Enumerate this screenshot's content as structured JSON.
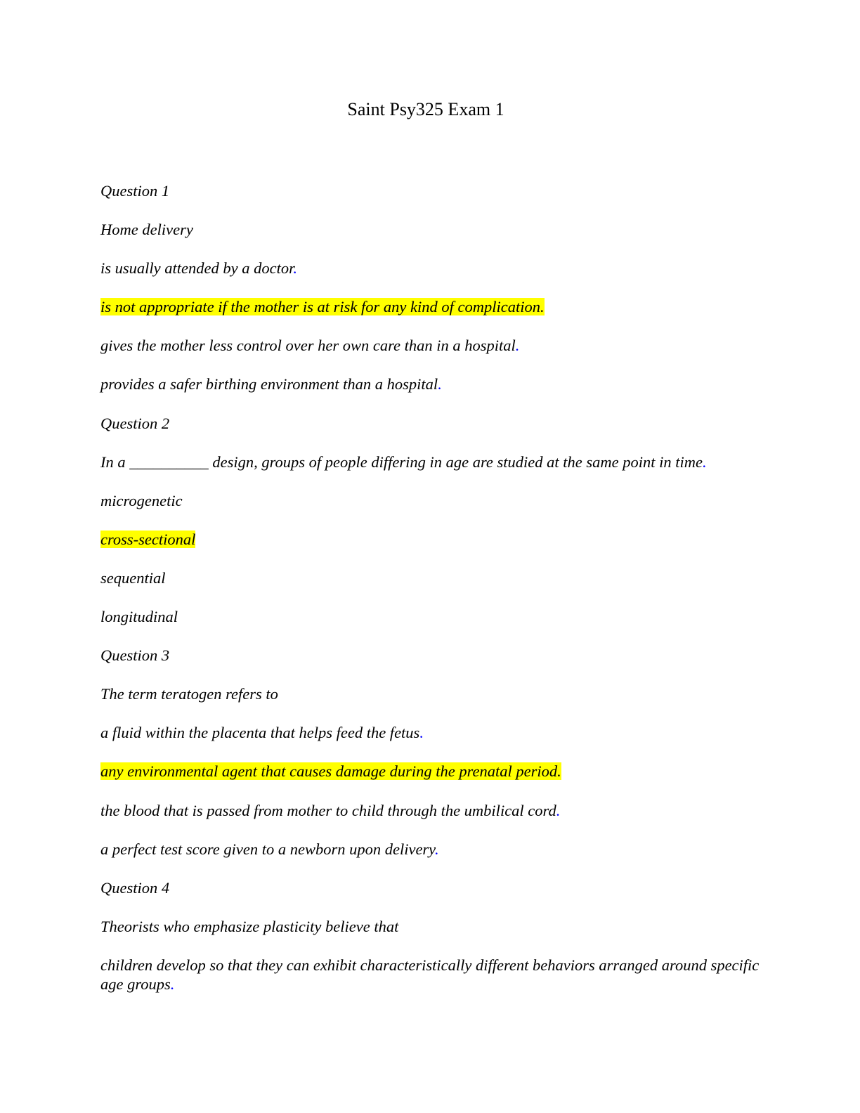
{
  "title": "Saint Psy325 Exam 1",
  "colors": {
    "highlight": "#ffff00",
    "period": "#0000ff"
  },
  "lines": [
    {
      "text": "Question 1",
      "tail": ""
    },
    {
      "text": "Home delivery",
      "tail": ""
    },
    {
      "text": "is usually attended by a doctor",
      "tail": "."
    },
    {
      "text": "is not appropriate if the mother is at risk for any kind of complication",
      "tail": ".",
      "highlighted": true
    },
    {
      "text": "gives the mother less control over her own care than in a hospital",
      "tail": "."
    },
    {
      "text": "provides a safer birthing environment than a hospital",
      "tail": "."
    },
    {
      "text": "Question 2",
      "tail": ""
    },
    {
      "text": "In a __________ design, groups of people differing in age are studied at the same point in time",
      "tail": "."
    },
    {
      "text": "microgenetic",
      "tail": ""
    },
    {
      "text": "cross-sectional",
      "tail": "",
      "highlighted": true
    },
    {
      "text": "sequential",
      "tail": ""
    },
    {
      "text": "longitudinal",
      "tail": ""
    },
    {
      "text": "Question 3",
      "tail": ""
    },
    {
      "text": "The term teratogen refers to",
      "tail": ""
    },
    {
      "text": "a fluid within the placenta that helps feed the fetus",
      "tail": "."
    },
    {
      "text": "any environmental agent that causes damage during the prenatal period",
      "tail": ".",
      "highlighted": true
    },
    {
      "text": "the blood that is passed from mother to child through the umbilical cord",
      "tail": "."
    },
    {
      "text": "a perfect test score given to a newborn upon delivery",
      "tail": "."
    },
    {
      "text": "Question 4",
      "tail": ""
    },
    {
      "text": "Theorists who emphasize plasticity believe that",
      "tail": ""
    },
    {
      "text": "children develop so that they can exhibit characteristically different behaviors arranged around specific age groups",
      "tail": "."
    }
  ]
}
